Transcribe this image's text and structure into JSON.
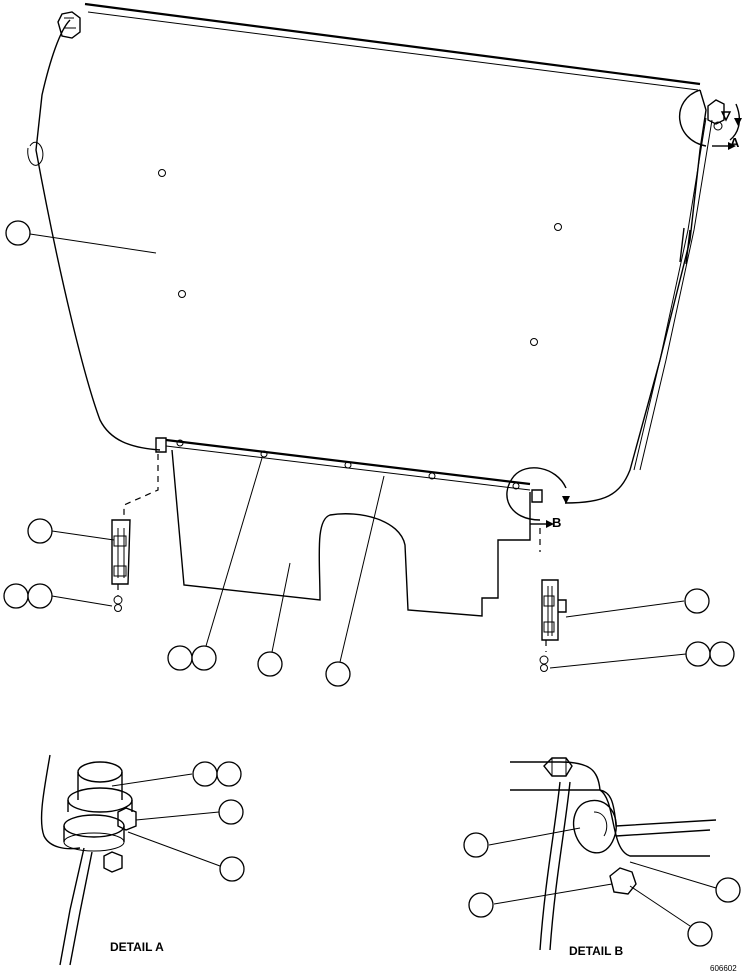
{
  "labels": {
    "detail_a_marker": "A",
    "detail_b_marker": "B",
    "detail_a_caption": "DETAIL A",
    "detail_b_caption": "DETAIL B",
    "figure_number": "606602"
  }
}
